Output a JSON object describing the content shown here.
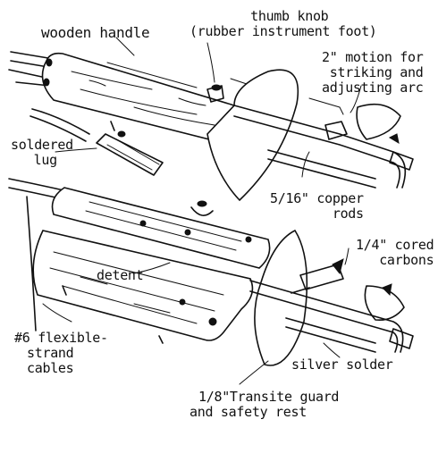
{
  "labels": {
    "wooden_handle": "wooden handle",
    "thumb_knob_1": "thumb knob",
    "thumb_knob_2": "(rubber instrument foot)",
    "motion_1": "2\" motion for",
    "motion_2": "striking and",
    "motion_3": "adjusting arc",
    "soldered_1": "soldered",
    "soldered_2": "lug",
    "copper_1": "5/16\" copper",
    "copper_2": "rods",
    "carbons_1": "1/4\" cored",
    "carbons_2": "carbons",
    "detent": "detent",
    "cables_1": "#6 flexible-",
    "cables_2": "strand",
    "cables_3": "cables",
    "silver_solder": "silver solder",
    "guard_1": "1/8\"Transite guard",
    "guard_2": "and safety rest"
  }
}
